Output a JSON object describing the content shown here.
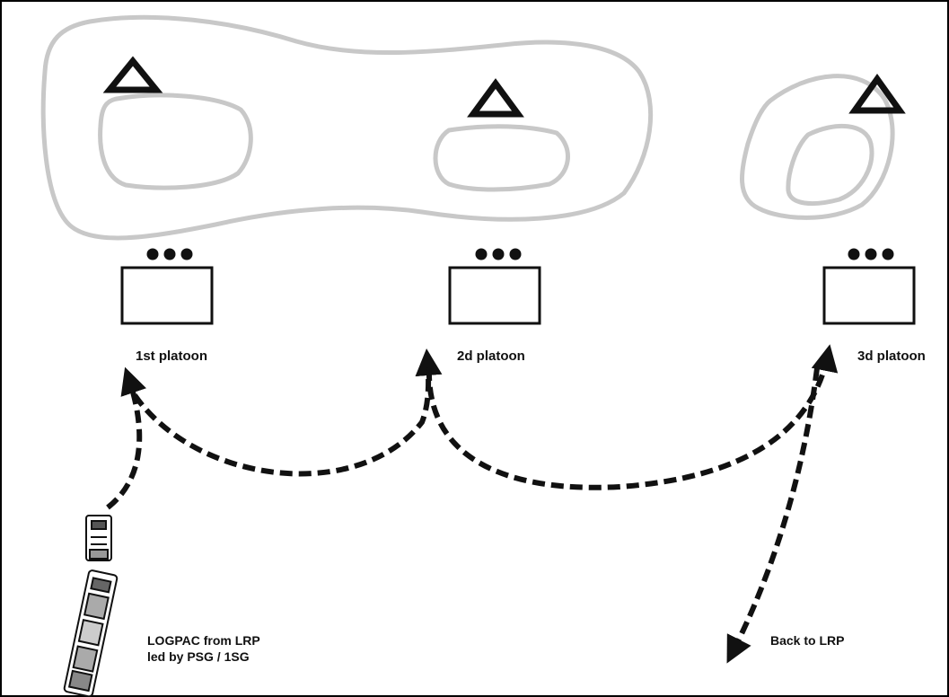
{
  "platoons": [
    {
      "label": "1st platoon"
    },
    {
      "label": "2d platoon"
    },
    {
      "label": "3d platoon"
    }
  ],
  "logpac": {
    "line1": "LOGPAC from LRP",
    "line2": "led by PSG / 1SG"
  },
  "return_label": "Back to LRP",
  "colors": {
    "terrain_outline": "#c8c8c8",
    "ink": "#111111"
  },
  "symbols": {
    "objective": "triangle-outline",
    "unit": "platoon-rectangle-with-three-dots",
    "vehicle": "truck-convoy"
  }
}
